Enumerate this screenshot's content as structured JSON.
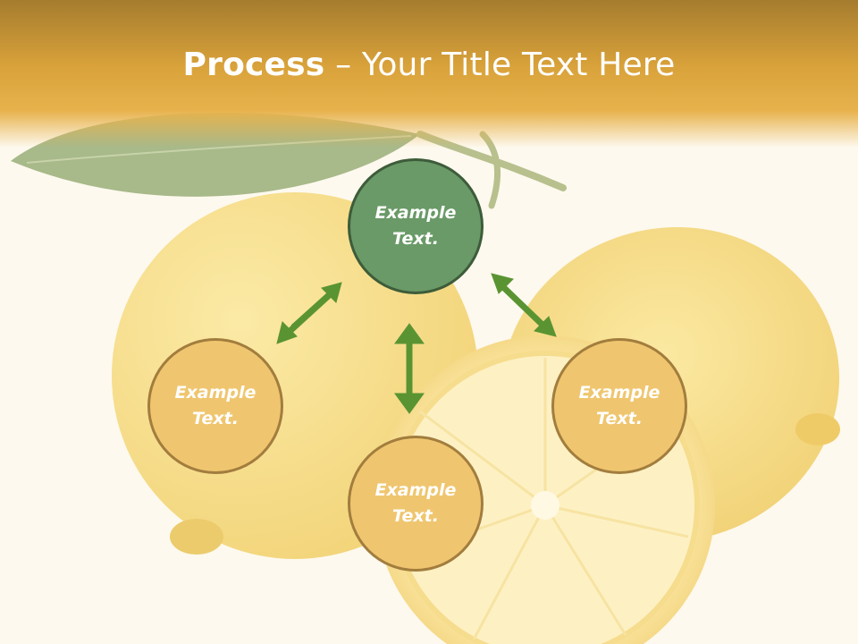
{
  "title": {
    "bold": "Process",
    "rest": " – Your Title Text Here"
  },
  "nodes": [
    {
      "line1": "Example",
      "line2": "Text."
    },
    {
      "line1": "Example",
      "line2": "Text."
    },
    {
      "line1": "Example",
      "line2": "Text."
    },
    {
      "line1": "Example",
      "line2": "Text."
    }
  ],
  "colors": {
    "header": "#d9a23a",
    "center_node": "#6a9a67",
    "outer_node": "#efc66f",
    "arrow": "#5a9432"
  },
  "icons": [
    "double-arrow-icon"
  ]
}
